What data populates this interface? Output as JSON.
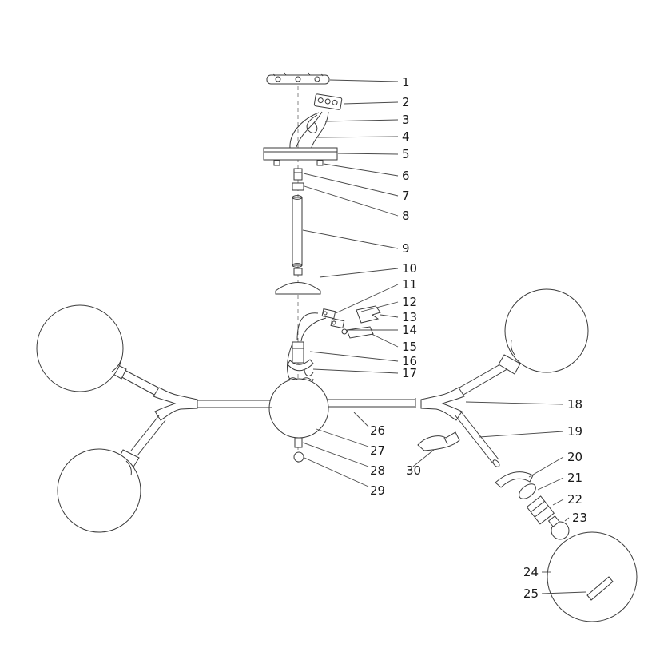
{
  "diagram": {
    "kind": "exploded-assembly-line-drawing"
  },
  "style": {
    "line_color": "#3a3a3a",
    "label_color": "#1a1a1a",
    "background": "#ffffff"
  },
  "parts": [
    {
      "label": "1"
    },
    {
      "label": "2"
    },
    {
      "label": "3"
    },
    {
      "label": "4"
    },
    {
      "label": "5"
    },
    {
      "label": "6"
    },
    {
      "label": "7"
    },
    {
      "label": "8"
    },
    {
      "label": "9"
    },
    {
      "label": "10"
    },
    {
      "label": "11"
    },
    {
      "label": "12"
    },
    {
      "label": "13"
    },
    {
      "label": "14"
    },
    {
      "label": "15"
    },
    {
      "label": "16"
    },
    {
      "label": "17"
    },
    {
      "label": "18"
    },
    {
      "label": "19"
    },
    {
      "label": "20"
    },
    {
      "label": "21"
    },
    {
      "label": "22"
    },
    {
      "label": "23"
    },
    {
      "label": "24"
    },
    {
      "label": "25"
    },
    {
      "label": "26"
    },
    {
      "label": "27"
    },
    {
      "label": "28"
    },
    {
      "label": "29"
    },
    {
      "label": "30"
    }
  ]
}
